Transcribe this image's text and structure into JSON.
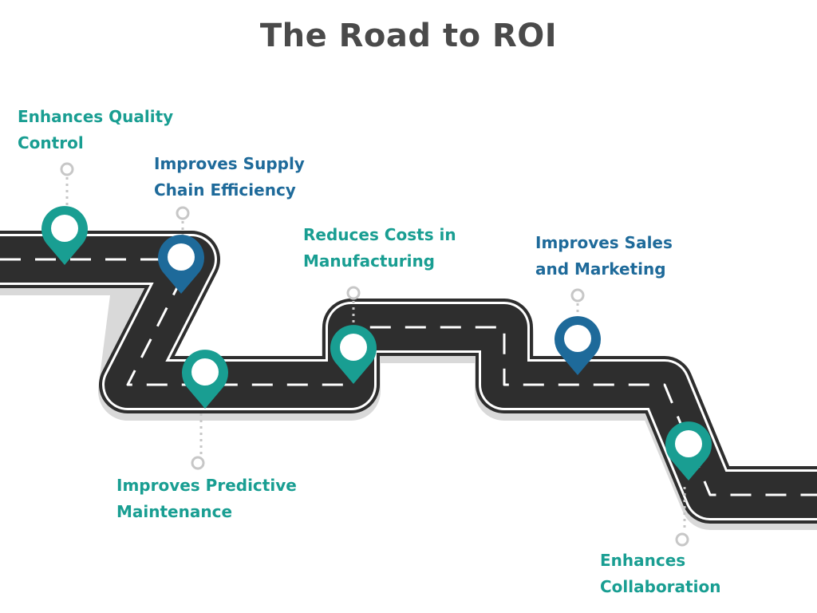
{
  "title": "The Road to ROI",
  "colors": {
    "teal": "#199e92",
    "blue": "#1e6a9a",
    "road": "#2e2e2e",
    "title": "#4a4a4a"
  },
  "milestones": [
    {
      "label_line1": "Enhances Quality",
      "label_line2": "Control",
      "color": "teal",
      "pin": "map-pin-icon"
    },
    {
      "label_line1": "Improves Supply",
      "label_line2": "Chain Efficiency",
      "color": "blue",
      "pin": "map-pin-icon"
    },
    {
      "label_line1": "Improves Predictive",
      "label_line2": "Maintenance",
      "color": "teal",
      "pin": "map-pin-icon"
    },
    {
      "label_line1": "Reduces Costs in",
      "label_line2": "Manufacturing",
      "color": "teal",
      "pin": "map-pin-icon"
    },
    {
      "label_line1": "Improves Sales",
      "label_line2": "and Marketing",
      "color": "blue",
      "pin": "map-pin-icon"
    },
    {
      "label_line1": "Enhances",
      "label_line2": "Collaboration",
      "color": "teal",
      "pin": "map-pin-icon"
    }
  ]
}
